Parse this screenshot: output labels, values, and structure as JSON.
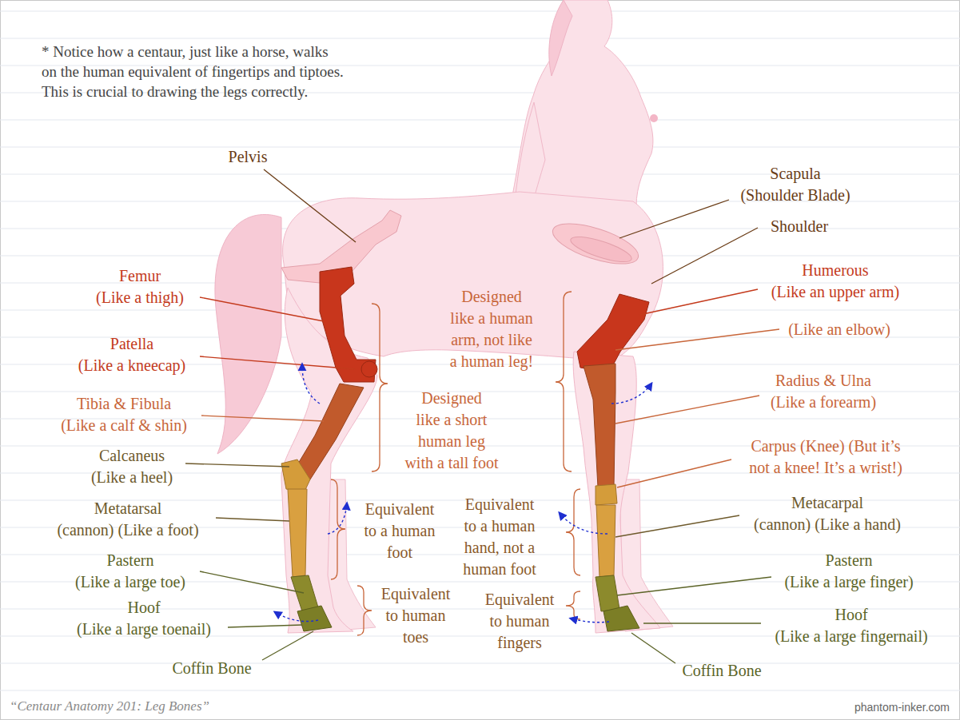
{
  "diagram": {
    "caption": "“Centaur Anatomy 201: Leg Bones”",
    "labels": [
      "* Notice how a centaur, just like a horse, walks on the human equivalent of fingertips and tiptoes. This is crucial to drawing the legs correctly.",
      "Pelvis",
      "Scapula (Shoulder Blade)",
      "Shoulder",
      "Femur (Like a thigh)",
      "Designed like a human arm, not like a human leg!",
      "Humerous (Like an upper arm)",
      "Patella (Like a kneecap)",
      "(Like an elbow)",
      "Tibia & Fibula (Like a calf & shin)",
      "Designed like a short human leg with a tall foot",
      "Radius & Ulna (Like a forearm)",
      "Calcaneus (Like a heel)",
      "Carpus (Knee) (But it’s not a knee! It’s a wrist!)",
      "Metatarsal (cannon) (Like a foot)",
      "Equivalent to a human foot",
      "Equivalent to a human hand, not a human foot",
      "Metacarpal (cannon) (Like a hand)",
      "Pastern (Like a large toe)",
      "Pastern (Like a large finger)",
      "Equivalent to human toes",
      "Equivalent to human fingers",
      "Hoof (Like a large toenail)",
      "Hoof (Like a large fingernail)",
      "Coffin Bone",
      "Coffin Bone",
      "phantom-inker.com"
    ]
  }
}
